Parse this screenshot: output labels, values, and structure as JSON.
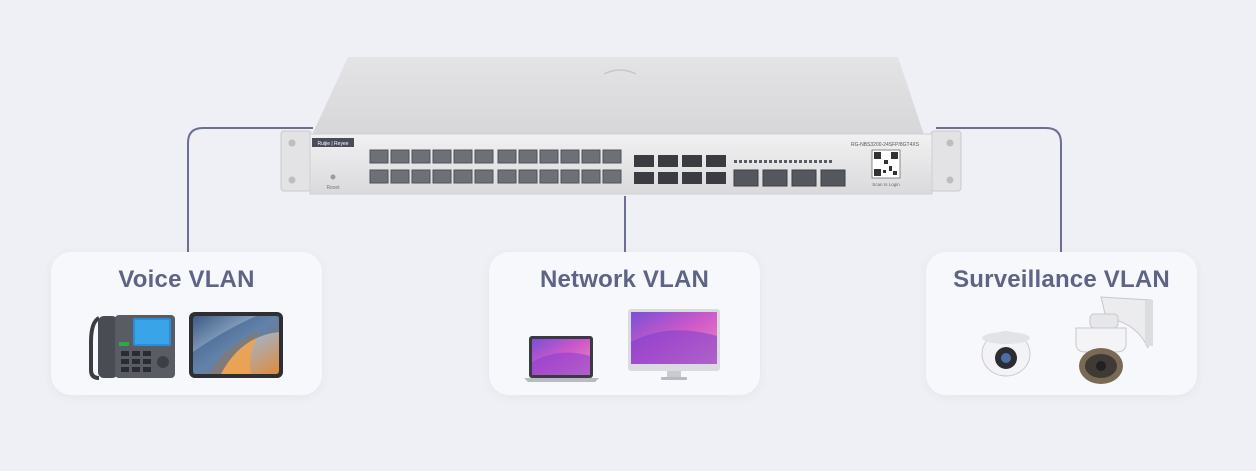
{
  "switch": {
    "brand": "Ruijie | Reyee",
    "model": "RG-NBS3200-24SFP/8GT4XS",
    "reset_label": "Reset",
    "qr_caption": "Scan to Login"
  },
  "groups": [
    {
      "title": "Voice VLAN",
      "devices": [
        "ip-phone",
        "tablet"
      ]
    },
    {
      "title": "Network VLAN",
      "devices": [
        "laptop",
        "desktop-monitor"
      ]
    },
    {
      "title": "Surveillance VLAN",
      "devices": [
        "dome-camera",
        "ptz-camera"
      ]
    }
  ],
  "colors": {
    "background": "#eef0f5",
    "card": "#f7f8fc",
    "title": "#5f6487",
    "connector": "#6b6f91",
    "chassis": "#e9e9ea"
  }
}
